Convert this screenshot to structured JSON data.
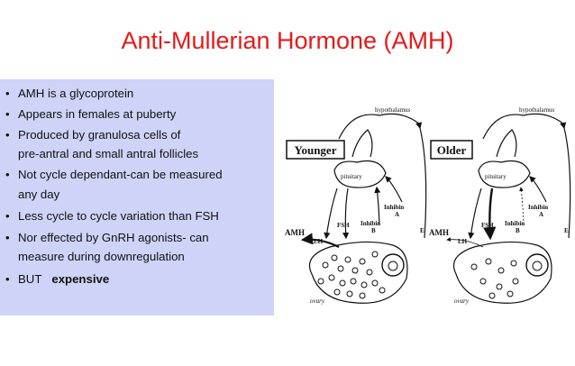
{
  "title": "Anti-Mullerian Hormone (AMH)",
  "bullets": [
    {
      "bullet": "•",
      "text": "AMH is a glycoprotein"
    },
    {
      "bullet": "•",
      "text": "Appears in females at puberty"
    },
    {
      "bullet": "•",
      "text": "Produced by granulosa cells of"
    },
    {
      "bullet": "",
      "text": "pre-antral and small antral follicles"
    },
    {
      "bullet": "•",
      "text": "Not cycle dependant-can be measured"
    },
    {
      "bullet": "",
      "text": "any day"
    },
    {
      "bullet": "•",
      "text": "Less cycle to cycle variation than FSH"
    },
    {
      "bullet": "•",
      "text": "Nor effected by GnRH agonists- can"
    },
    {
      "bullet": "",
      "text": "measure during downregulation"
    },
    {
      "bullet": "•",
      "text": "BUT",
      "bold": "expensive"
    }
  ],
  "diagram": {
    "younger": {
      "label": "Younger",
      "hypothalamus": "hypothalamus",
      "pituitary": "pituitary",
      "amh": "AMH",
      "lh": "LH",
      "fsh": "FSH",
      "inhibin_a_1": "Inhibin",
      "inhibin_a_2": "A",
      "inhibin_b_1": "Inhibin",
      "inhibin_b_2": "B",
      "e": "E",
      "ovary": "ovary"
    },
    "older": {
      "label": "Older",
      "hypothalamus": "hypothalamus",
      "pituitary": "pituitary",
      "amh": "AMH",
      "lh": "LH",
      "fsh": "FSH",
      "inhibin_a_1": "Inhibin",
      "inhibin_a_2": "A",
      "inhibin_b_1": "Inhibin",
      "inhibin_b_2": "B",
      "e": "E",
      "ovary": "ovary"
    }
  }
}
